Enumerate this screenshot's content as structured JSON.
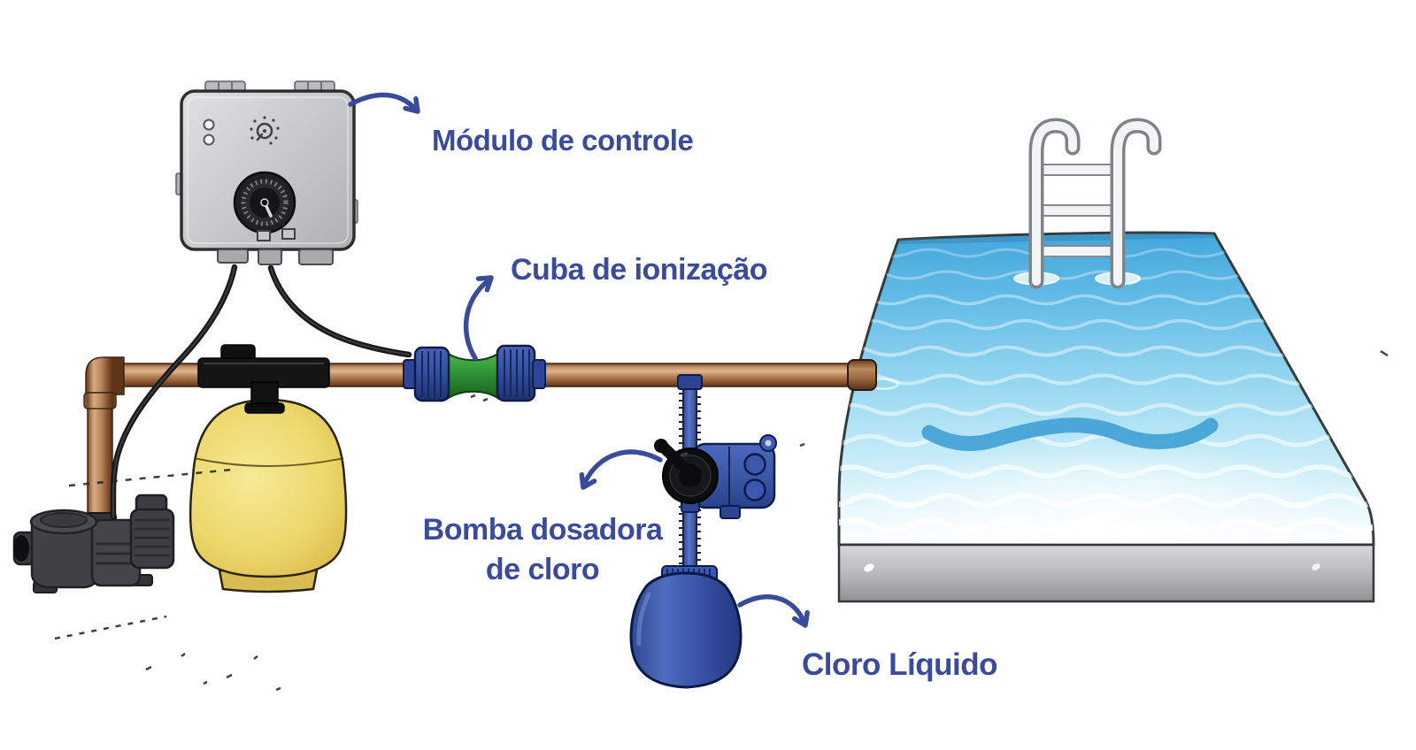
{
  "labels": {
    "module": "Módulo de controle",
    "ionization_cell": "Cuba de ionização",
    "dosing_pump_line1": "Bomba dosadora",
    "dosing_pump_line2": "de cloro",
    "liquid_chlorine": "Cloro Líquido"
  },
  "palette": {
    "label-blue": "#3a4b9c",
    "pipe-copper": "#b5835f",
    "water-blue": "#6fc3e8",
    "pool-base-gray": "#aeb0b2",
    "tank-yellow": "#e9cf5f",
    "device-blue": "#3c57ab",
    "ionizer-green": "#2f9235",
    "module-gray": "#c9cbcd",
    "cable-black": "#1a1b1d"
  },
  "components": [
    "control-module",
    "power-cables",
    "copper-pipe",
    "filter-pump",
    "sand-filter-tank",
    "filter-valve",
    "ionization-cell",
    "chlorine-dosing-pump",
    "suction-tube",
    "chlorine-container",
    "swimming-pool",
    "pool-ladder"
  ]
}
